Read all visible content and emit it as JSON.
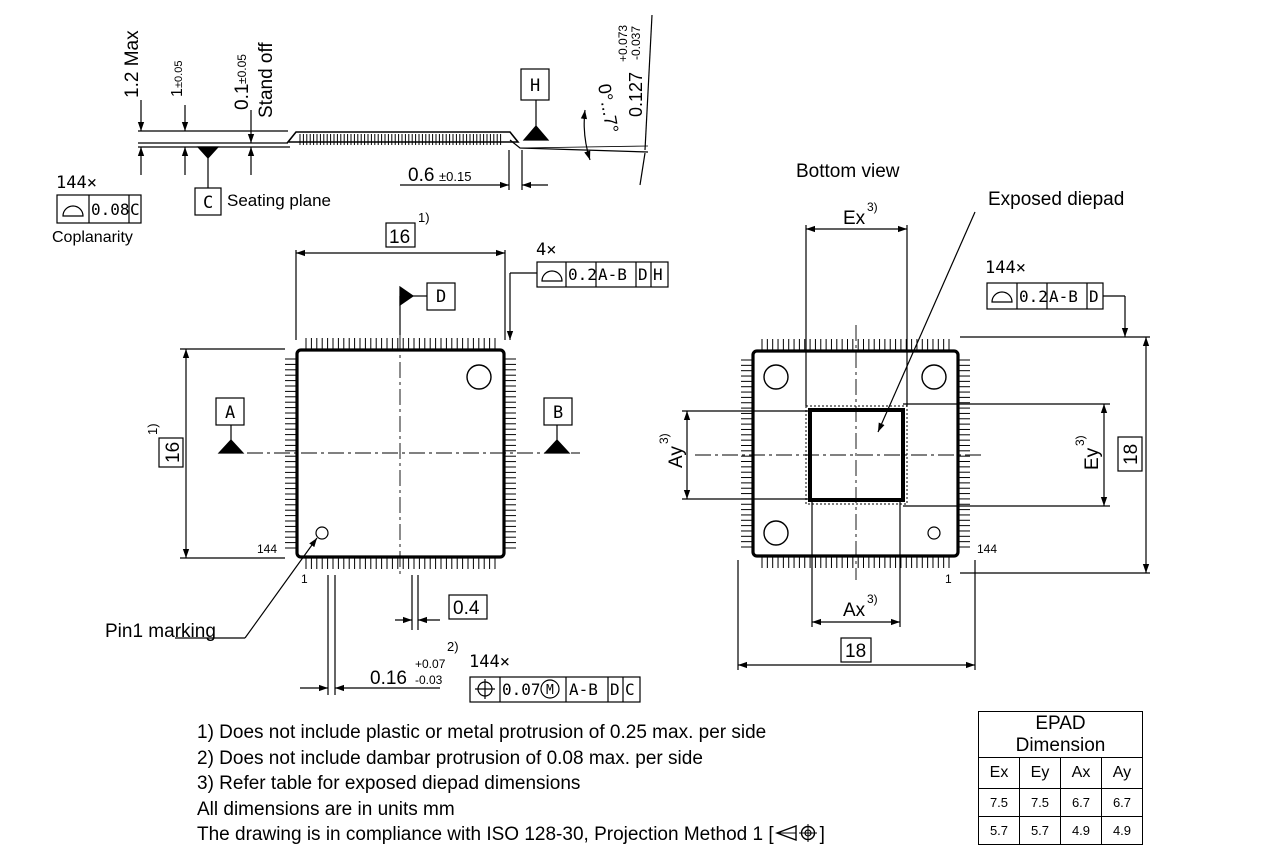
{
  "labels": {
    "bottom_view": "Bottom view",
    "exposed_diepad": "Exposed diepad",
    "seating_plane": "Seating plane",
    "coplanarity": "Coplanarity",
    "pin1_marking": "Pin1 marking",
    "stand_off": "Stand off",
    "max_height": "1.2 Max",
    "body_thickness": "1",
    "body_thickness_tol": "±0.05",
    "standoff_value": "0.1",
    "standoff_tol": "±0.05",
    "lead_thickness": "0.127",
    "lead_thickness_tol_plus": "+0.073",
    "lead_thickness_tol_minus": "-0.037",
    "lead_angle": "0°...7°",
    "foot_length": "0.6",
    "foot_length_tol": "±0.15",
    "lead_width": "0.16",
    "lead_width_tol_plus": "+0.07",
    "lead_width_tol_minus": "-0.03",
    "lead_width_note": "2)",
    "pitch": "0.4",
    "body_width": "16",
    "body_height": "16",
    "body_note": "1)",
    "total_width": "18",
    "total_height": "18",
    "pin_count_mark": "144",
    "pin_one_mark": "1",
    "dim_ex": "Ex",
    "dim_ey": "Ey",
    "dim_ax": "Ax",
    "dim_ay": "Ay",
    "dim_note": "3)"
  },
  "datums": {
    "a": "A",
    "b": "B",
    "c": "C",
    "d": "D",
    "h": "H"
  },
  "gdt": {
    "coplanarity": {
      "count": "144×",
      "tol": "0.08",
      "ref": "C"
    },
    "profile_top": {
      "count": "4×",
      "tol": "0.2",
      "ref1": "A-B",
      "ref2": "D",
      "ref3": "H"
    },
    "profile_bottom": {
      "count": "144×",
      "tol": "0.2",
      "ref1": "A-B",
      "ref2": "D"
    },
    "position": {
      "count": "144×",
      "tol": "0.07",
      "modifier": "M",
      "ref1": "A-B",
      "ref2": "D",
      "ref3": "C"
    }
  },
  "notes": [
    "1) Does not include plastic or metal protrusion of 0.25 max. per side",
    "2) Does not include dambar protrusion of 0.08 max. per side",
    "3) Refer table for exposed diepad dimensions",
    "All dimensions are in units mm",
    "The drawing is in compliance with ISO 128-30, Projection Method 1 ["
  ],
  "notes_end": "]",
  "epad_table": {
    "title": "EPAD Dimension",
    "headers": [
      "Ex",
      "Ey",
      "Ax",
      "Ay"
    ],
    "rows": [
      [
        "7.5",
        "7.5",
        "6.7",
        "6.7"
      ],
      [
        "5.7",
        "5.7",
        "4.9",
        "4.9"
      ]
    ]
  }
}
